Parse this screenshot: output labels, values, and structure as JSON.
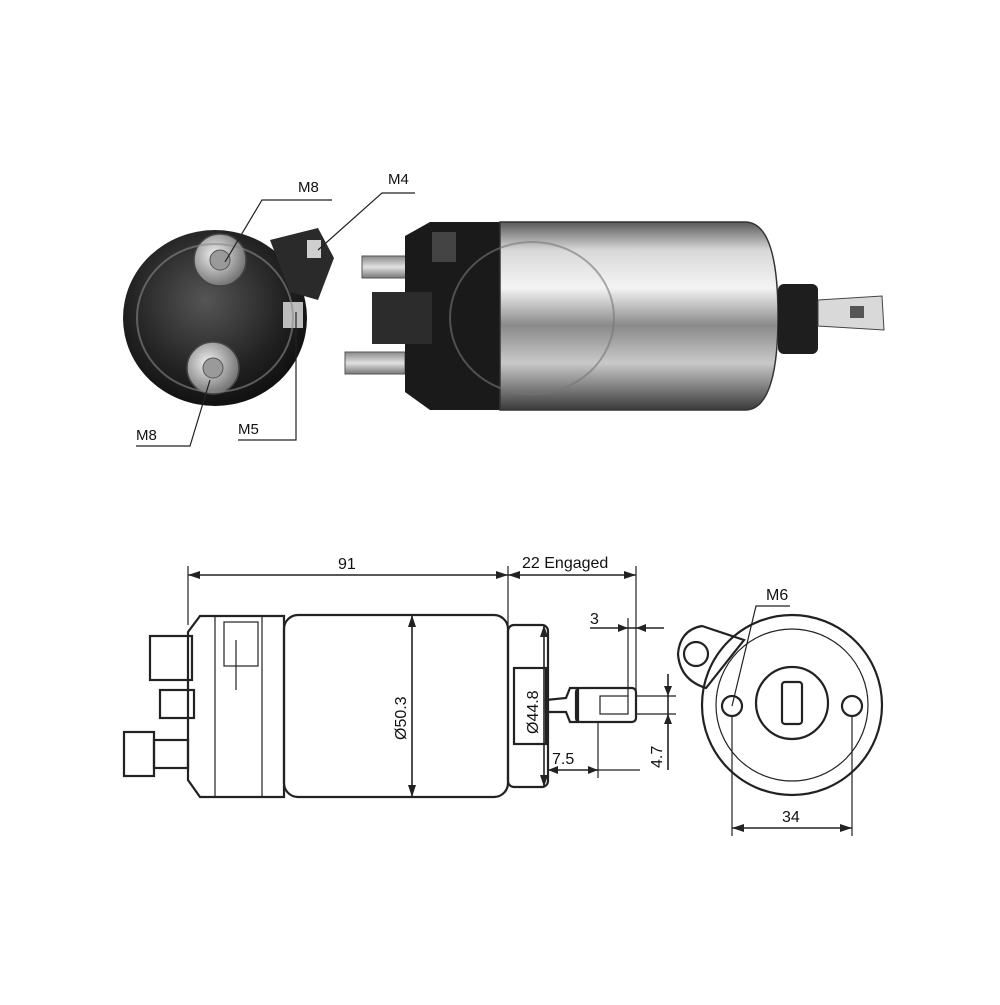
{
  "top_labels": {
    "m8_top": "M8",
    "m4": "M4",
    "m8_bottom": "M8",
    "m5": "M5"
  },
  "dimensions": {
    "length": "91",
    "engaged": "22 Engaged",
    "diameter_body": "Ø50.3",
    "diameter_nose": "Ø44.8",
    "slot_width": "3",
    "plunger_offset": "7.5",
    "slot_height": "4.7",
    "thread": "M6",
    "hole_spacing": "34"
  },
  "colors": {
    "line": "#222222",
    "body_dark": "#1e1e1e",
    "chrome_light": "#e8e8e8",
    "chrome_mid": "#9a9a9a"
  }
}
